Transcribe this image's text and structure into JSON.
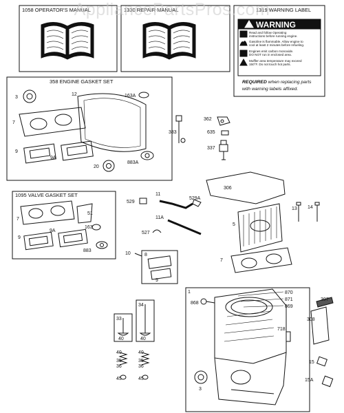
{
  "watermark": "AppliancePartsPros.com",
  "boxes": {
    "operators_manual": "1058 OPERATOR'S MANUAL",
    "repair_manual": "1330 REPAIR MANUAL",
    "warning_label": "1319 WARNING LABEL",
    "engine_gasket_set": "358 ENGINE GASKET SET",
    "valve_gasket_set": "1095 VALVE GASKET SET"
  },
  "warning": {
    "title": "WARNING",
    "lines": [
      "Read and follow Operating",
      "instructions before running engine.",
      "Gasoline is flammable. Allow engine to",
      "cool at least 2 minutes before refueling.",
      "Engines emit carbon monoxide.",
      "DO NOT run in enclosed area.",
      "Muffler area temperature may exceed",
      "150°F. Do not touch hot parts."
    ],
    "required_bold": "REQUIRED",
    "required_rest": " when replacing parts",
    "required_line2": "with warning labels affixed."
  },
  "labels": {
    "l3": "3",
    "l12": "12",
    "l163a": "163A",
    "l7": "7",
    "l9": "9",
    "l9a": "9A",
    "l20": "20",
    "l883a": "883A",
    "l383": "383",
    "l362": "362",
    "l635": "635",
    "l337": "337",
    "v7": "7",
    "v51": "51",
    "v9": "9",
    "v9a": "9A",
    "v163": "163",
    "v883": "883",
    "l529": "529",
    "l11": "11",
    "l529a": "529A",
    "l11a": "11A",
    "l527": "527",
    "l306": "306",
    "l13": "13",
    "l14": "14",
    "l5": "5",
    "h7": "7",
    "l10": "10",
    "b8": "8",
    "b8_9": "9",
    "b1": "1",
    "l868": "868",
    "l870": "870",
    "l871": "871",
    "l869": "869",
    "l718": "718",
    "c3": "3",
    "l307": "307",
    "l308": "308",
    "l15": "15",
    "l15a": "15A",
    "b33": "33",
    "b34": "34",
    "v40a": "40",
    "v40b": "40",
    "l40": "40",
    "l35": "35",
    "l36": "36",
    "l45": "45",
    "r40": "40",
    "r35": "35",
    "r36": "36",
    "r45": "45"
  }
}
